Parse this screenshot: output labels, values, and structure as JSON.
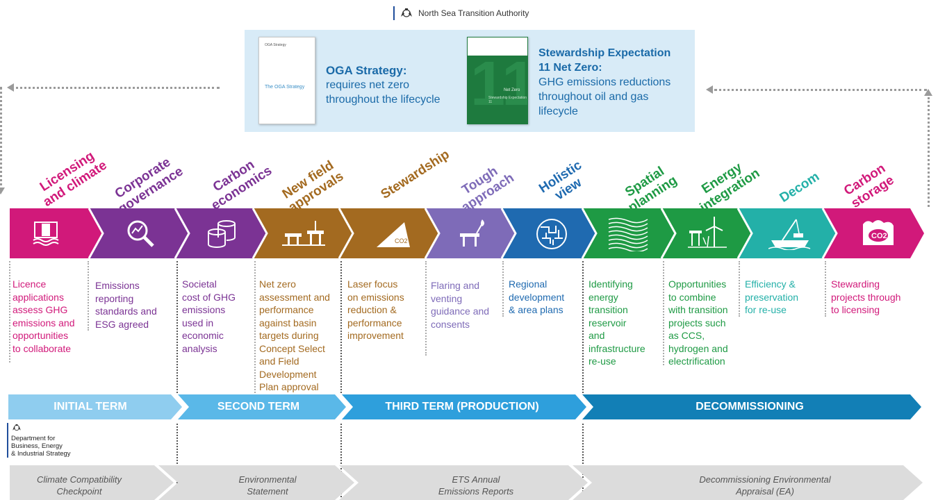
{
  "header": {
    "org": "North Sea Transition Authority"
  },
  "strategy_box": {
    "doc1_small": "OGA Strategy",
    "doc1_title": "The OGA Strategy",
    "doc2_number": "11",
    "doc2_title": "Net Zero",
    "doc2_sub": "Stewardship Expectation 11",
    "left_title": "OGA Strategy:",
    "left_body": [
      "requires net zero",
      "throughout the lifecycle"
    ],
    "right_title": [
      "Stewardship Expectation",
      "11 Net Zero:"
    ],
    "right_body": [
      "GHG emissions reductions",
      "throughout oil and gas",
      "lifecycle"
    ]
  },
  "stages": [
    {
      "label": [
        "Licensing",
        "and climate"
      ],
      "color": "#d1197a",
      "icon": "licensing-icon",
      "desc": [
        "Licence",
        "applications",
        "assess GHG",
        "emissions and",
        "opportunities",
        "to collaborate"
      ]
    },
    {
      "label": [
        "Corporate",
        "governance"
      ],
      "color": "#7b3394",
      "icon": "magnifier-icon",
      "desc": [
        "Emissions",
        "reporting",
        "standards and",
        "ESG agreed"
      ]
    },
    {
      "label": [
        "Carbon",
        "economics"
      ],
      "color": "#7b3394",
      "icon": "coins-icon",
      "desc": [
        "Societal",
        "cost of GHG",
        "emissions",
        "used in",
        "economic",
        "analysis"
      ]
    },
    {
      "label": [
        "New field",
        "approvals"
      ],
      "color": "#a36a20",
      "icon": "platform-icon",
      "desc": [
        "Net zero",
        "assessment and",
        "performance",
        "against basin",
        "targets during",
        "Concept Select",
        "and Field",
        "Development",
        "Plan approval"
      ]
    },
    {
      "label": [
        "Stewardship"
      ],
      "color": "#a36a20",
      "icon": "co2-warning-icon",
      "desc": [
        "Laser focus",
        "on emissions",
        "reduction &",
        "performance",
        "improvement"
      ]
    },
    {
      "label": [
        "Tough",
        "approach"
      ],
      "color": "#7e6bb8",
      "icon": "flare-icon",
      "desc": [
        "Flaring and",
        "venting",
        "guidance and",
        "consents"
      ]
    },
    {
      "label": [
        "Holistic",
        "view"
      ],
      "color": "#1f6ab0",
      "icon": "network-icon",
      "desc": [
        "Regional",
        "development",
        "& area plans"
      ]
    },
    {
      "label": [
        "Spatial",
        "planning"
      ],
      "color": "#1e9a44",
      "icon": "waves-icon",
      "desc": [
        "Identifying",
        "energy",
        "transition",
        "reservoir",
        "and",
        "infrastructure",
        "re-use"
      ]
    },
    {
      "label": [
        "Energy",
        "integration"
      ],
      "color": "#1e9a44",
      "icon": "turbine-icon",
      "desc": [
        "Opportunities",
        "to combine",
        "with transition",
        "projects such",
        "as CCS,",
        "hydrogen and",
        "electrification"
      ]
    },
    {
      "label": [
        "Decom"
      ],
      "color": "#23b0a8",
      "icon": "crane-vessel-icon",
      "desc": [
        "Efficiency &",
        "preservation",
        "for re-use"
      ]
    },
    {
      "label": [
        "Carbon",
        "storage"
      ],
      "color": "#d1197a",
      "icon": "co2-storage-icon",
      "desc": [
        "Stewarding",
        "projects through",
        "to licensing"
      ]
    }
  ],
  "terms": [
    {
      "label": "INITIAL TERM",
      "color": "#8fcdef"
    },
    {
      "label": "SECOND TERM",
      "color": "#5ab8e8"
    },
    {
      "label": "THIRD TERM (PRODUCTION)",
      "color": "#2e9fdc"
    },
    {
      "label": "DECOMMISSIONING",
      "color": "#127fb6"
    }
  ],
  "beis": [
    "Department for",
    "Business, Energy",
    "& Industrial Strategy"
  ],
  "footer": [
    [
      "Climate Compatibility",
      "Checkpoint"
    ],
    [
      "Environmental",
      "Statement"
    ],
    [
      "ETS Annual",
      "Emissions Reports"
    ],
    [
      "Decommissioning Environmental",
      "Appraisal (EA)"
    ]
  ]
}
